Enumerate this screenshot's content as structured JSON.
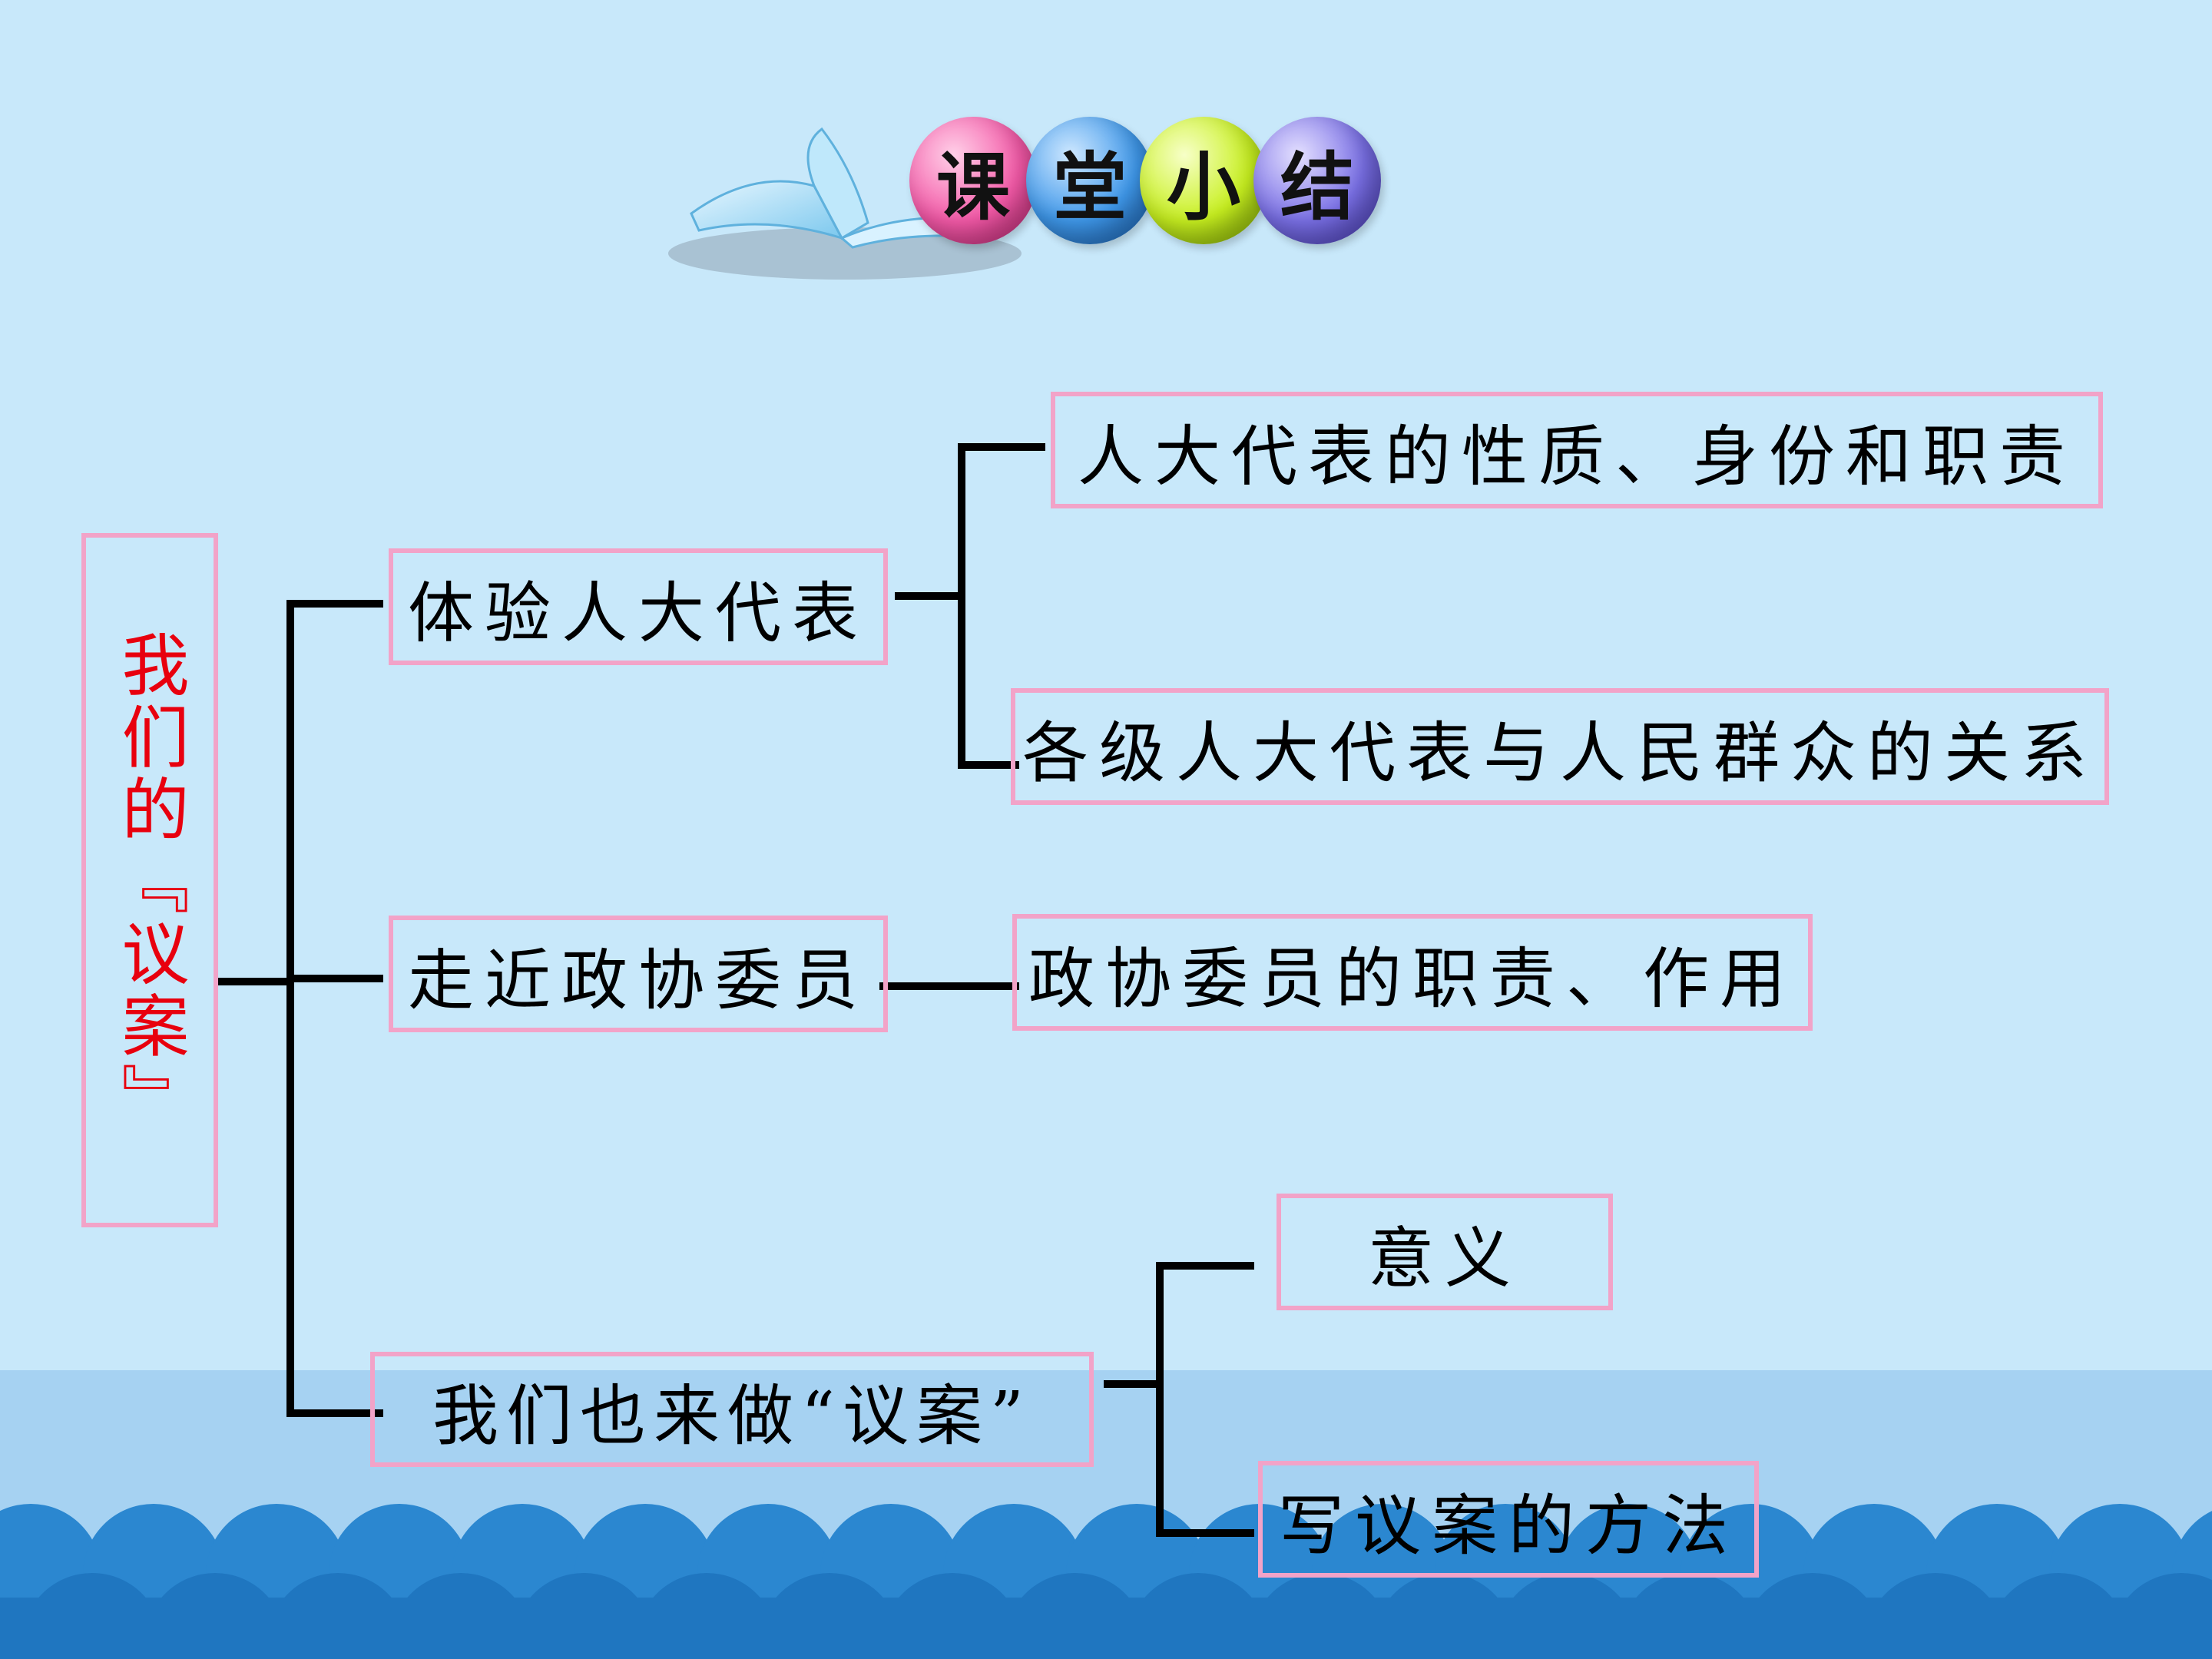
{
  "header": {
    "chars": [
      "课",
      "堂",
      "小",
      "结"
    ],
    "colors": [
      "#f45aa8",
      "#3f98ea",
      "#c8f020",
      "#7a70e6"
    ]
  },
  "root": {
    "label": "我们的『议案』"
  },
  "branches": [
    {
      "label": "体验人大代表"
    },
    {
      "label": "走近政协委员"
    },
    {
      "label": "我们也来做“议案”"
    }
  ],
  "leaves": [
    {
      "label": "人大代表的性质、身份和职责"
    },
    {
      "label": "各级人大代表与人民群众的关系"
    },
    {
      "label": "政协委员的职责、作用"
    },
    {
      "label": "意义"
    },
    {
      "label": "写议案的方法"
    }
  ],
  "colors": {
    "background": "#c8e8fa",
    "box_border": "#f2a3c8",
    "root_text": "#e8000e",
    "connector": "#000000",
    "wave": "#2b87d0"
  }
}
